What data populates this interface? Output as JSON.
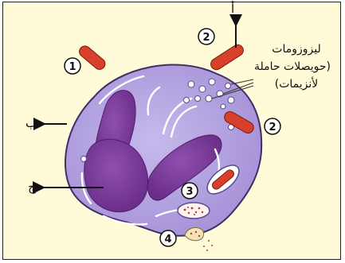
{
  "labels": {
    "alef": "أ",
    "beh": "ب",
    "jeem": "ج",
    "lysosomes_line1": "ليزوزومات",
    "lysosomes_line2": "(حويصلات حاملة",
    "lysosomes_line3": "لأنزيمات)"
  },
  "markers": [
    "1",
    "2",
    "2",
    "3",
    "4"
  ],
  "colors": {
    "background": "#fffbd8",
    "cytoplasm": "#b9a9e2",
    "nucleus": "#7a3b97",
    "mitochondria": "#d9402c",
    "vesicle": "#ffffff"
  }
}
